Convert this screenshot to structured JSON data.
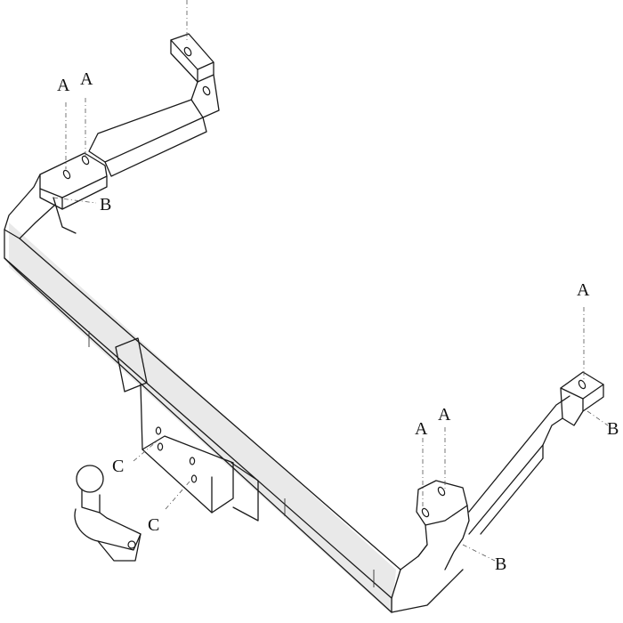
{
  "labels": {
    "a": "A",
    "b": "B",
    "c": "C"
  },
  "icons": {
    "tow_bar": "tow-bar-frame",
    "tow_ball": "tow-ball"
  }
}
